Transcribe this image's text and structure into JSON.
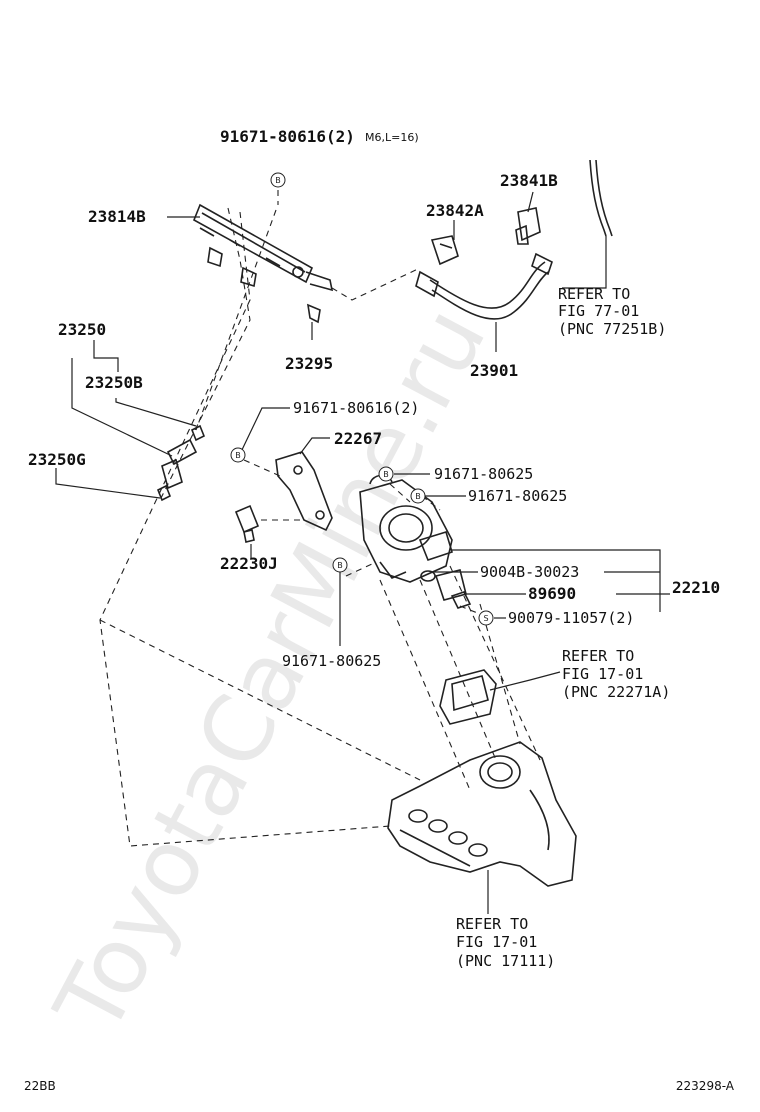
{
  "watermark": "ToyotaCarMine.ru",
  "labels": {
    "l_91671_80616_2_top": "91671-80616(2)",
    "l_m6": "M6,L=16)",
    "l_23814b": "23814B",
    "l_23842a": "23842A",
    "l_23841b": "23841B",
    "l_ref77_1": "REFER TO",
    "l_ref77_2": "FIG 77-01",
    "l_ref77_3": "(PNC 77251B)",
    "l_23250": "23250",
    "l_23295": "23295",
    "l_23901": "23901",
    "l_23250b": "23250B",
    "l_91671_80616_2_mid": "91671-80616(2)",
    "l_22267": "22267",
    "l_23250g": "23250G",
    "l_91671_80625_a": "91671-80625",
    "l_91671_80625_b": "91671-80625",
    "l_22230j": "22230J",
    "l_9004b_30023": "9004B-30023",
    "l_22210": "22210",
    "l_89690": "89690",
    "l_90079_11057": "90079-11057(2)",
    "l_91671_80625_c": "91671-80625",
    "l_ref17a_1": "REFER TO",
    "l_ref17a_2": "FIG 17-01",
    "l_ref17a_3": "(PNC 22271A)",
    "l_ref17b_1": "REFER TO",
    "l_ref17b_2": "FIG 17-01",
    "l_ref17b_3": "(PNC 17111)"
  },
  "marker_letters": {
    "b": "B",
    "s": "S"
  },
  "footer": {
    "left": "22BB",
    "right": "223298-A"
  }
}
